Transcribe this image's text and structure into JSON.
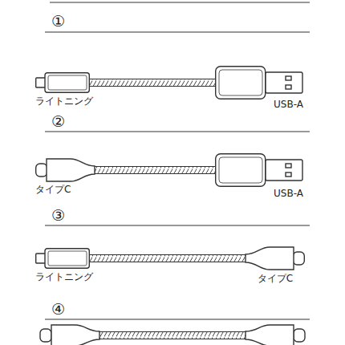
{
  "diagram": {
    "nodes": [
      {
        "text": [
          "ライトニング"
        ]
      },
      {
        "text": [
          "USB-A"
        ]
      },
      {
        "text": [
          "タイプC"
        ]
      },
      {
        "text": [
          "USB-A"
        ]
      },
      {
        "text": [
          "ライトニング"
        ]
      },
      {
        "text": [
          "タイプC"
        ]
      }
    ],
    "edges": [
      {
        "from": 0,
        "to": 1,
        "arrow": "none"
      },
      {
        "from": 2,
        "to": 3,
        "arrow": "none"
      },
      {
        "from": 4,
        "to": 5,
        "arrow": "none"
      }
    ],
    "labels": [
      "①",
      "②",
      "③",
      "④"
    ]
  }
}
